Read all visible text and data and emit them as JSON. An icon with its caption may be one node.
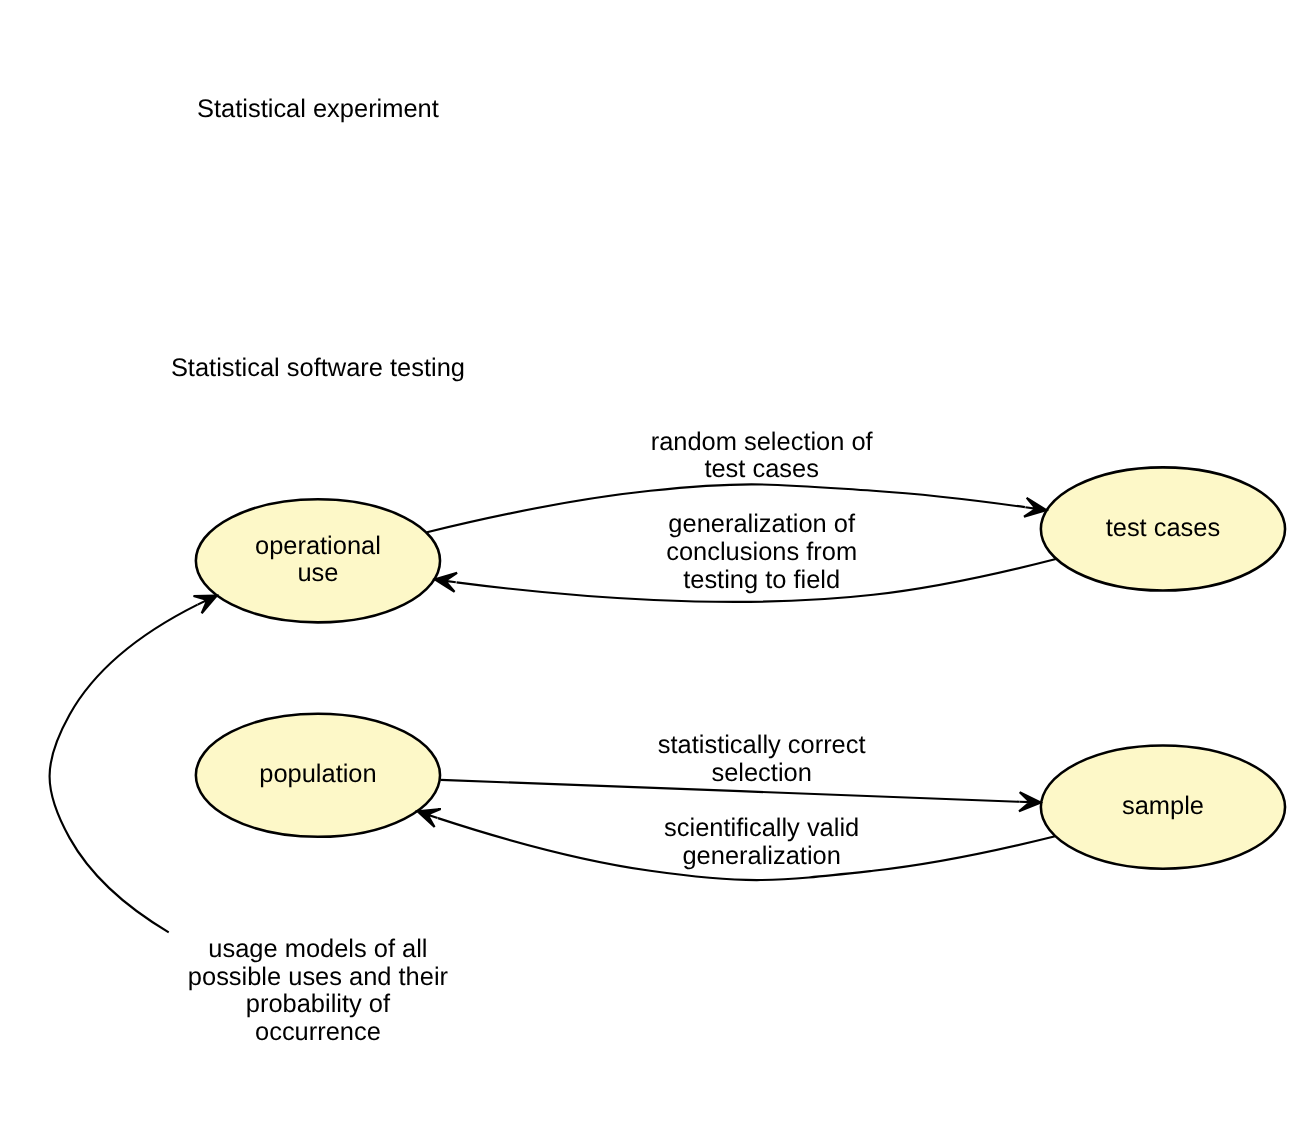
{
  "diagram": {
    "nodes": [
      {
        "text": [
          "population"
        ]
      },
      {
        "text": [
          "sample"
        ]
      },
      {
        "text": [
          "operational use"
        ]
      },
      {
        "text": [
          "test cases"
        ]
      },
      {
        "text": [
          "usage models of all possible uses and their probability of occurrence"
        ]
      }
    ],
    "edges": [
      {
        "from": 0,
        "to": 1,
        "arrow": "to",
        "label": "statistically correct selection"
      },
      {
        "from": 1,
        "to": 0,
        "arrow": "to",
        "label": "scientifically valid generalization"
      },
      {
        "from": 2,
        "to": 3,
        "arrow": "to",
        "label": "random selection of test cases"
      },
      {
        "from": 3,
        "to": 2,
        "arrow": "to",
        "label": "generalization of conclusions from testing to field"
      },
      {
        "from": 4,
        "to": 2,
        "arrow": "to"
      }
    ],
    "labels": [
      "Statistical experiment",
      "Statistical software testing"
    ]
  }
}
